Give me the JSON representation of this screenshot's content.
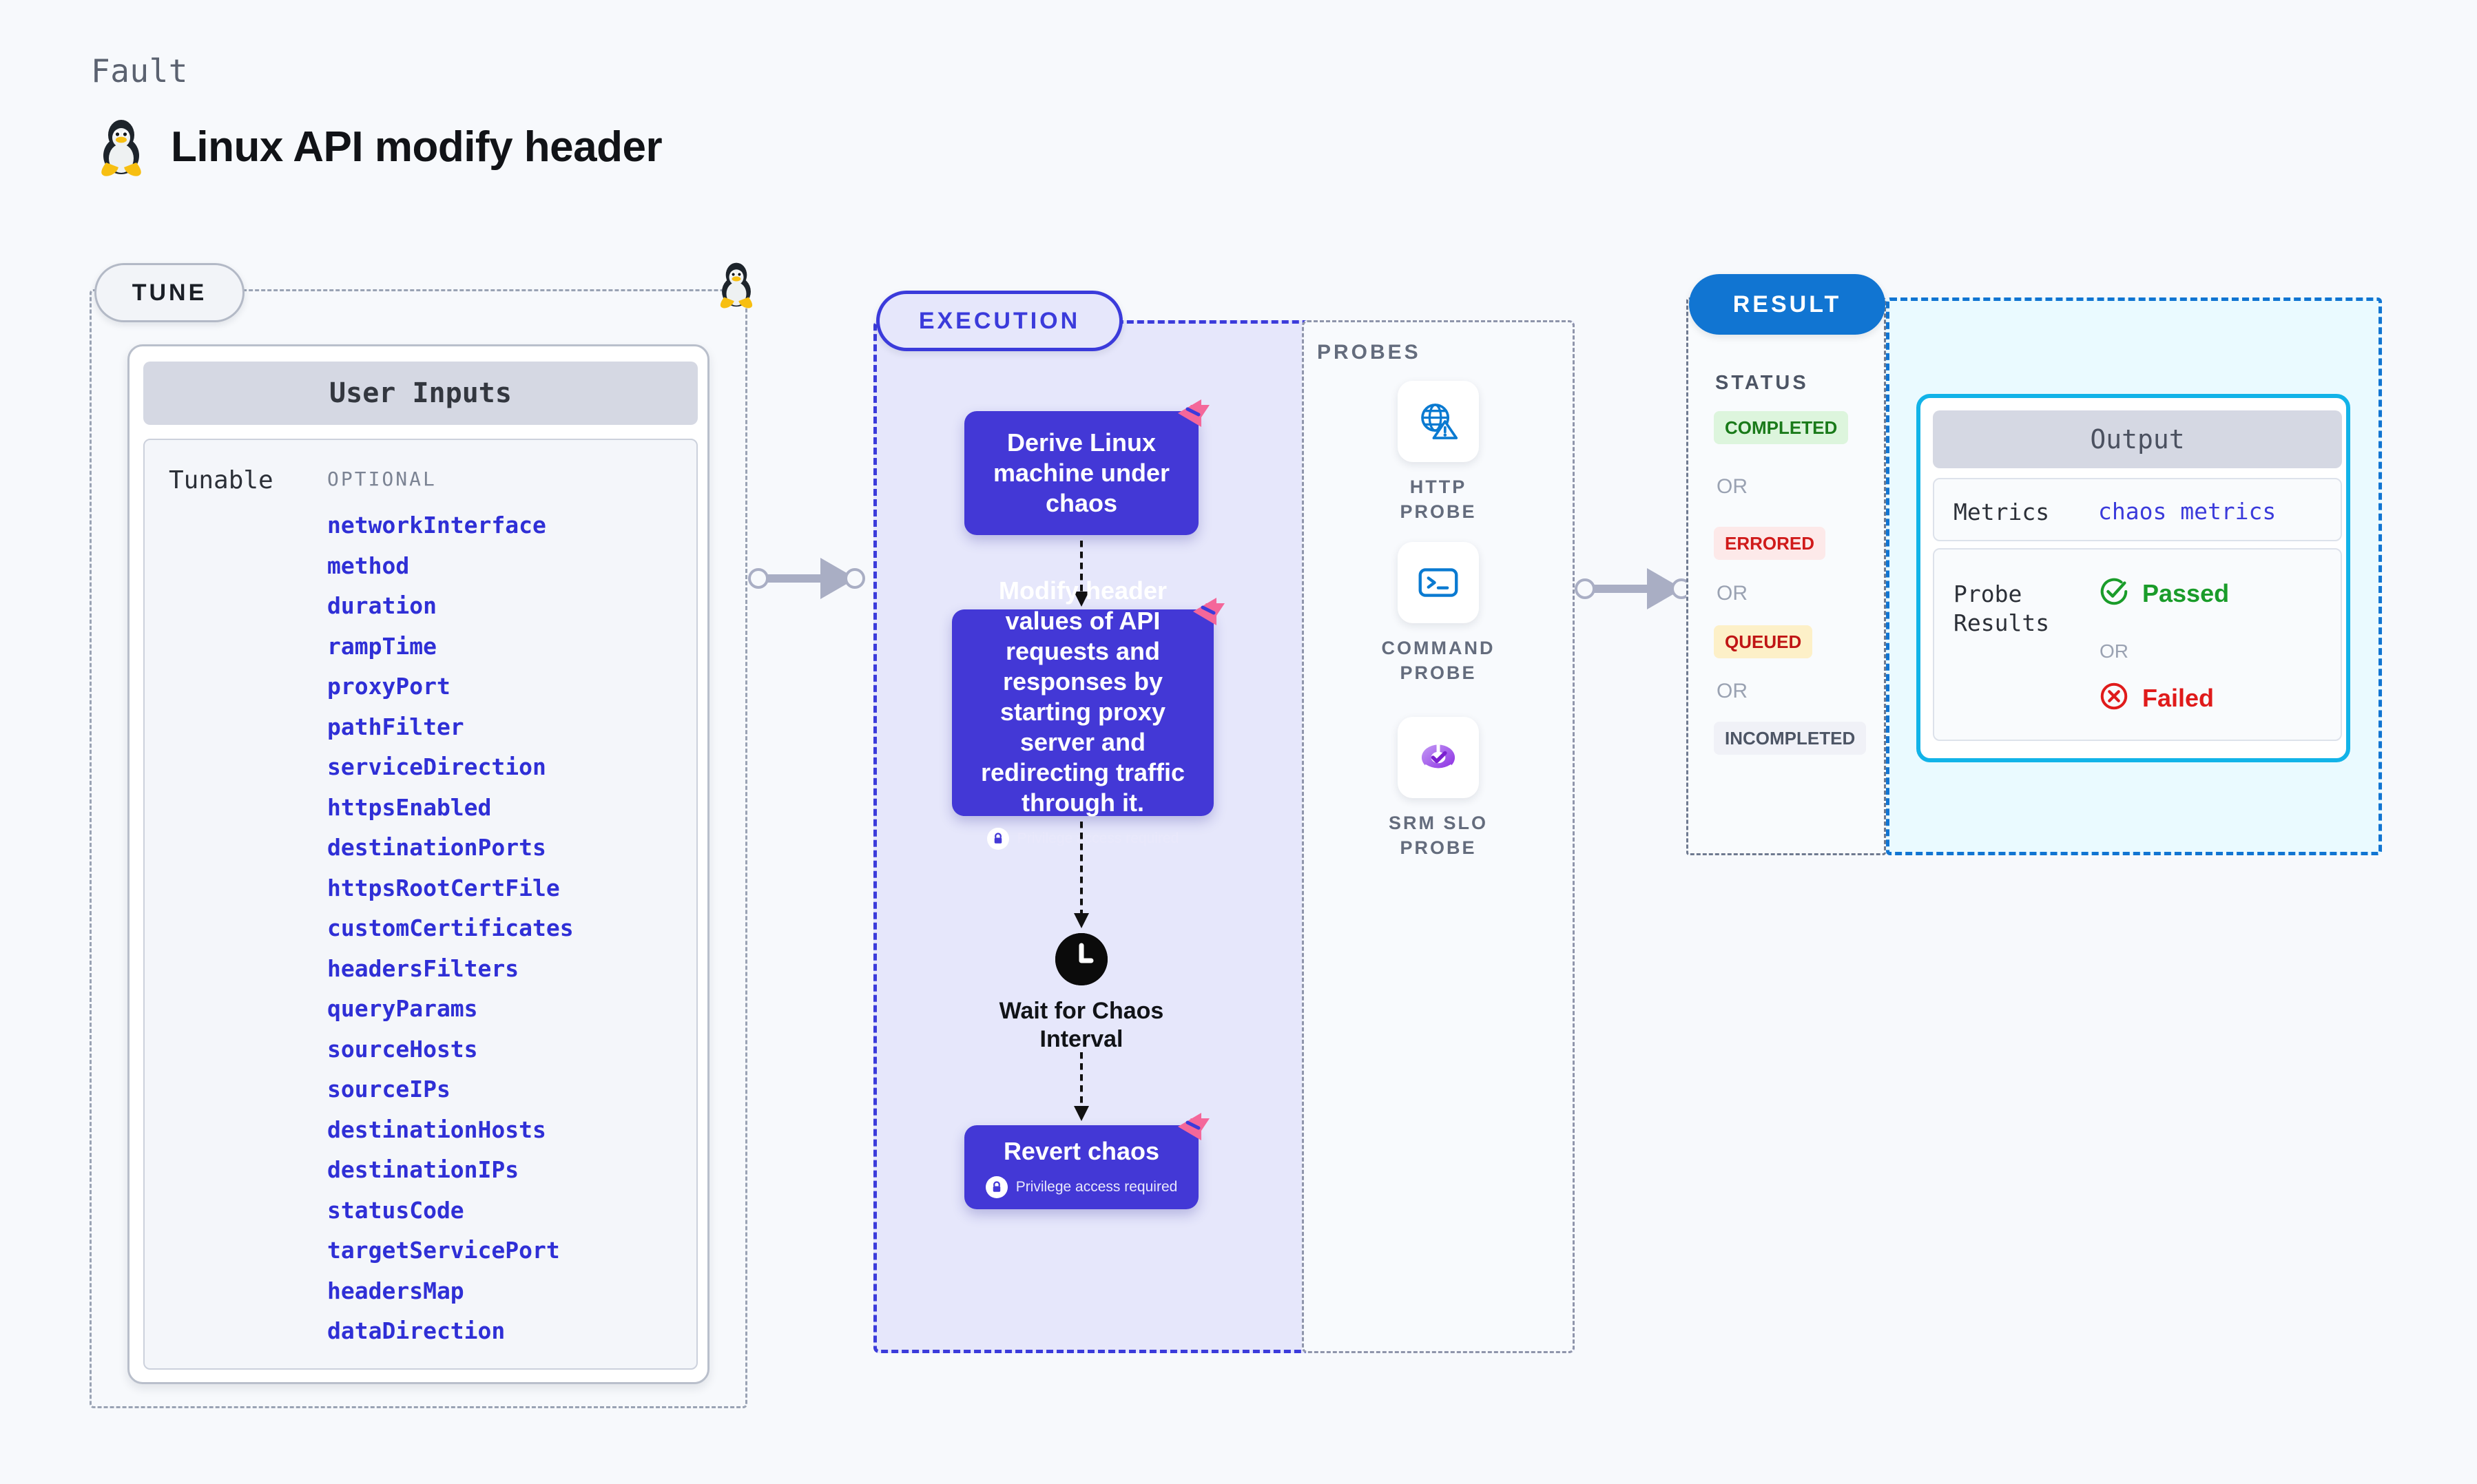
{
  "header": {
    "kicker": "Fault",
    "title": "Linux API modify header",
    "os_icon": "linux-penguin-icon"
  },
  "tune": {
    "pill_label": "TUNE",
    "badge_icon": "linux-penguin-icon",
    "card_title": "User Inputs",
    "group_label": "Tunable",
    "optional_label": "OPTIONAL",
    "params": [
      "networkInterface",
      "method",
      "duration",
      "rampTime",
      "proxyPort",
      "pathFilter",
      "serviceDirection",
      "httpsEnabled",
      "destinationPorts",
      "httpsRootCertFile",
      "customCertificates",
      "headersFilters",
      "queryParams",
      "sourceHosts",
      "sourceIPs",
      "destinationHosts",
      "destinationIPs",
      "statusCode",
      "targetServicePort",
      "headersMap",
      "dataDirection"
    ]
  },
  "execution": {
    "pill_label": "EXECUTION",
    "nodes": [
      {
        "title": "Derive Linux machine under chaos",
        "privilege": null,
        "flag_icon": "chaos-flag-icon"
      },
      {
        "title": "Modify header values of API requests and responses by starting proxy server and redirecting traffic through it.",
        "privilege": "Privilege access required",
        "flag_icon": "chaos-flag-icon"
      },
      {
        "title": "Revert chaos",
        "privilege": "Privilege access required",
        "flag_icon": "chaos-flag-icon"
      }
    ],
    "wait": {
      "icon": "clock-icon",
      "label": "Wait for Chaos Interval"
    }
  },
  "probes": {
    "title": "PROBES",
    "items": [
      {
        "label": "HTTP PROBE",
        "icon": "globe-warning-icon"
      },
      {
        "label": "COMMAND PROBE",
        "icon": "terminal-icon"
      },
      {
        "label": "SRM SLO PROBE",
        "icon": "slo-donut-check-icon"
      }
    ]
  },
  "result": {
    "pill_label": "RESULT",
    "status_title": "STATUS",
    "or_label": "OR",
    "statuses": [
      {
        "label": "COMPLETED",
        "color": "#1a7a1a",
        "bg": "#ddf5dd"
      },
      {
        "label": "ERRORED",
        "color": "#d01a1a",
        "bg": "#fde9e9"
      },
      {
        "label": "QUEUED",
        "color": "#c01515",
        "bg": "#fdf0c8"
      },
      {
        "label": "INCOMPLETED",
        "color": "#4d5565",
        "bg": "#f0f1f7"
      }
    ],
    "output": {
      "title": "Output",
      "metrics_key": "Metrics",
      "metrics_value": "chaos metrics",
      "probe_key": "Probe Results",
      "passed_label": "Passed",
      "passed_icon": "check-circle-icon",
      "failed_label": "Failed",
      "failed_icon": "x-circle-icon",
      "or_label": "OR"
    }
  },
  "colors": {
    "accent_indigo": "#3b3bdb",
    "node_indigo": "#4338d6",
    "result_blue": "#1175d2",
    "output_cyan": "#12b3e8",
    "flag_pink": "#f4679a",
    "param_blue": "#2f2fd6"
  }
}
